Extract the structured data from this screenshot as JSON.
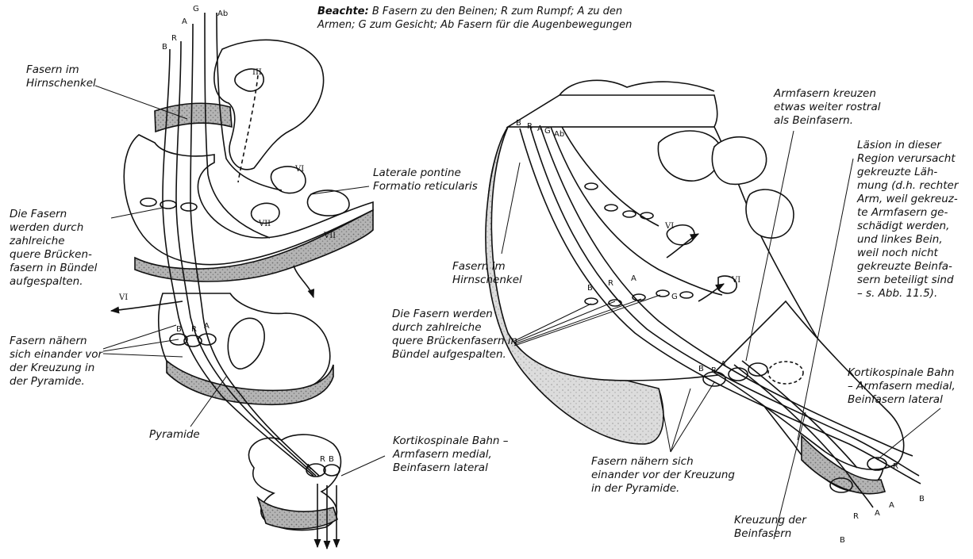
{
  "note": {
    "bold": "Beachte:",
    "line1": " B Fasern zu den Beinen; R zum Rumpf; A zu den",
    "line2": "Armen; G zum Gesicht; Ab Fasern für die Augenbewegungen"
  },
  "left_labels": {
    "hirnschenkel": [
      "Fasern im",
      "Hirnschenkel"
    ],
    "buendel": [
      "Die Fasern",
      "werden durch",
      "zahlreiche",
      "quere Brücken-",
      "fasern in Bündel",
      "aufgespalten."
    ],
    "naehern": [
      "Fasern nähern",
      "sich einander vor",
      "der Kreuzung in",
      "der Pyramide."
    ],
    "pyramide": [
      "Pyramide"
    ],
    "laterale": [
      "Laterale pontine",
      "Formatio reticularis"
    ],
    "kortiko": [
      "Kortikospinale Bahn –",
      "Armfasern medial,",
      "Beinfasern lateral"
    ]
  },
  "right_labels": {
    "armfasern": [
      "Armfasern kreuzen",
      "etwas weiter rostral",
      "als Beinfasern."
    ],
    "laesion": [
      "Läsion in dieser",
      "Region verursacht",
      "gekreuzte Läh-",
      "mung (d.h. rechter",
      "Arm, weil gekreuz-",
      "te Armfasern ge-",
      "schädigt werden,",
      "und linkes Bein,",
      "weil noch nicht",
      "gekreuzte Beinfa-",
      "sern beteiligt sind",
      "– s. Abb. 11.5)."
    ],
    "hirnschenkel": [
      "Fasern im",
      "Hirnschenkel"
    ],
    "buendel": [
      "Die Fasern werden",
      "durch zahlreiche",
      "quere Brückenfasern in",
      "Bündel aufgespalten."
    ],
    "kortiko": [
      "Kortikospinale Bahn",
      "– Armfasern medial,",
      "Beinfasern lateral"
    ],
    "naehern": [
      "Fasern nähern sich",
      "einander vor der Kreuzung",
      "in der Pyramide."
    ],
    "kreuzung": [
      "Kreuzung der",
      "Beinfasern"
    ]
  },
  "fiber_letters": {
    "B": "B",
    "R": "R",
    "A": "A",
    "G": "G",
    "Ab": "Ab"
  },
  "nerve_numerals": {
    "III": "III",
    "VI": "VI",
    "VII": "VII"
  },
  "colors": {
    "stroke": "#111111",
    "shade": "#9a9a9a",
    "shade_light": "#c8c8c8"
  }
}
